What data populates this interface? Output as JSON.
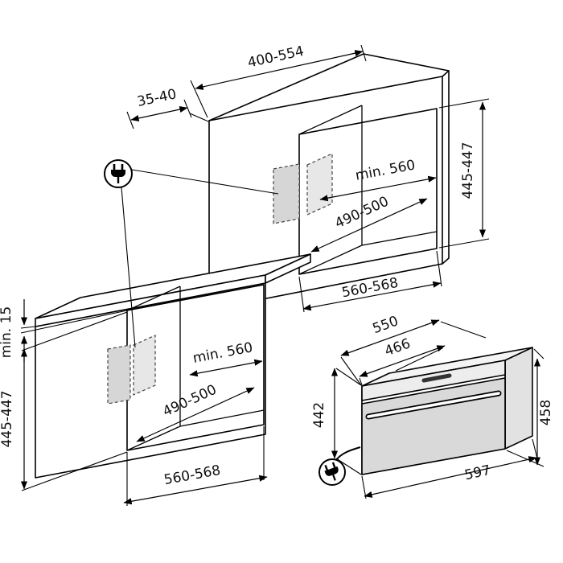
{
  "diagram": {
    "type": "built-in-oven-installation-drawing",
    "views": {
      "tall_unit": {
        "top_depth": "400-554",
        "front_clearance": "35-40",
        "niche_min_width": "min. 560",
        "niche_height": "445-447",
        "niche_depth": "490-500",
        "niche_width": "560-568"
      },
      "base_unit": {
        "worktop_clearance": "min. 15",
        "niche_min_width": "min. 560",
        "niche_depth": "490-500",
        "niche_height": "445-447",
        "niche_width": "560-568"
      },
      "oven": {
        "depth_total": "550",
        "depth_body": "466",
        "height_rear": "442",
        "height_front": "458",
        "width": "597"
      }
    },
    "icons": {
      "tall_unit_plug": "power-plug",
      "oven_plug": "power-plug"
    },
    "colors": {
      "line": "#000000",
      "outlet_zone": "#d6d6d6",
      "oven_door": "#d9d9d9"
    }
  }
}
